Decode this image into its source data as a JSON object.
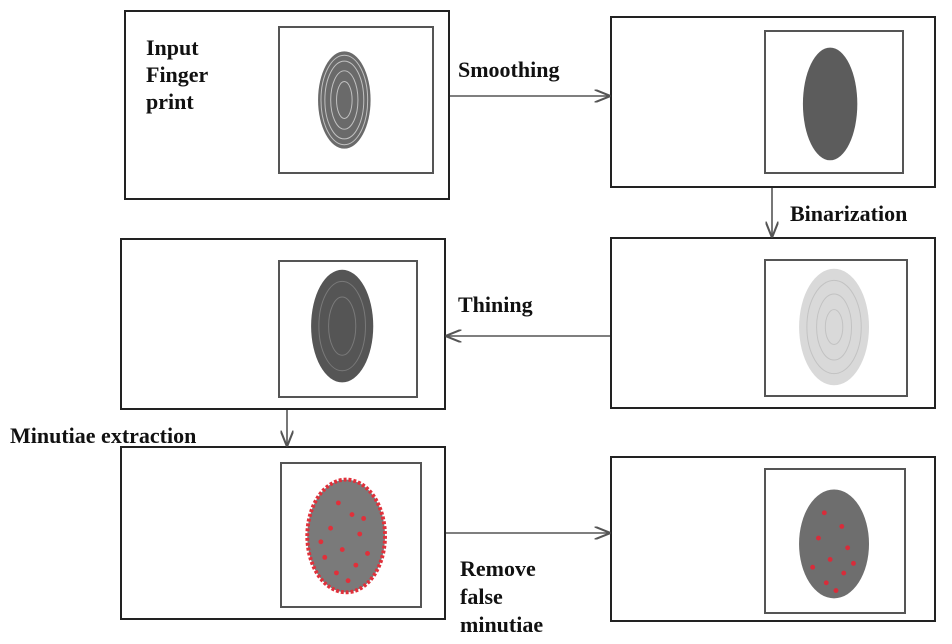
{
  "stages": {
    "input": {
      "title_lines": [
        "Input",
        "Finger",
        "print"
      ],
      "tone": "#6a6a6a"
    },
    "smoothed": {
      "tone": "#5c5c5c"
    },
    "binarized": {
      "tone": "#d9d9d9"
    },
    "thinned": {
      "tone": "#555555"
    },
    "minutiae": {
      "tone": "#7a7a7a",
      "marker_color": "#e0303a"
    },
    "cleaned": {
      "tone": "#6e6e6e",
      "marker_color": "#d82c3a"
    }
  },
  "steps": {
    "smoothing": "Smoothing",
    "binarization": "Binarization",
    "thining": "Thining",
    "minutiae_extraction": "Minutiae extraction",
    "remove_false_minutiae": [
      "Remove",
      "false",
      "minutiae"
    ]
  },
  "colors": {
    "border": "#222222",
    "frame": "#555555",
    "arrow": "#555555",
    "text": "#111111"
  }
}
